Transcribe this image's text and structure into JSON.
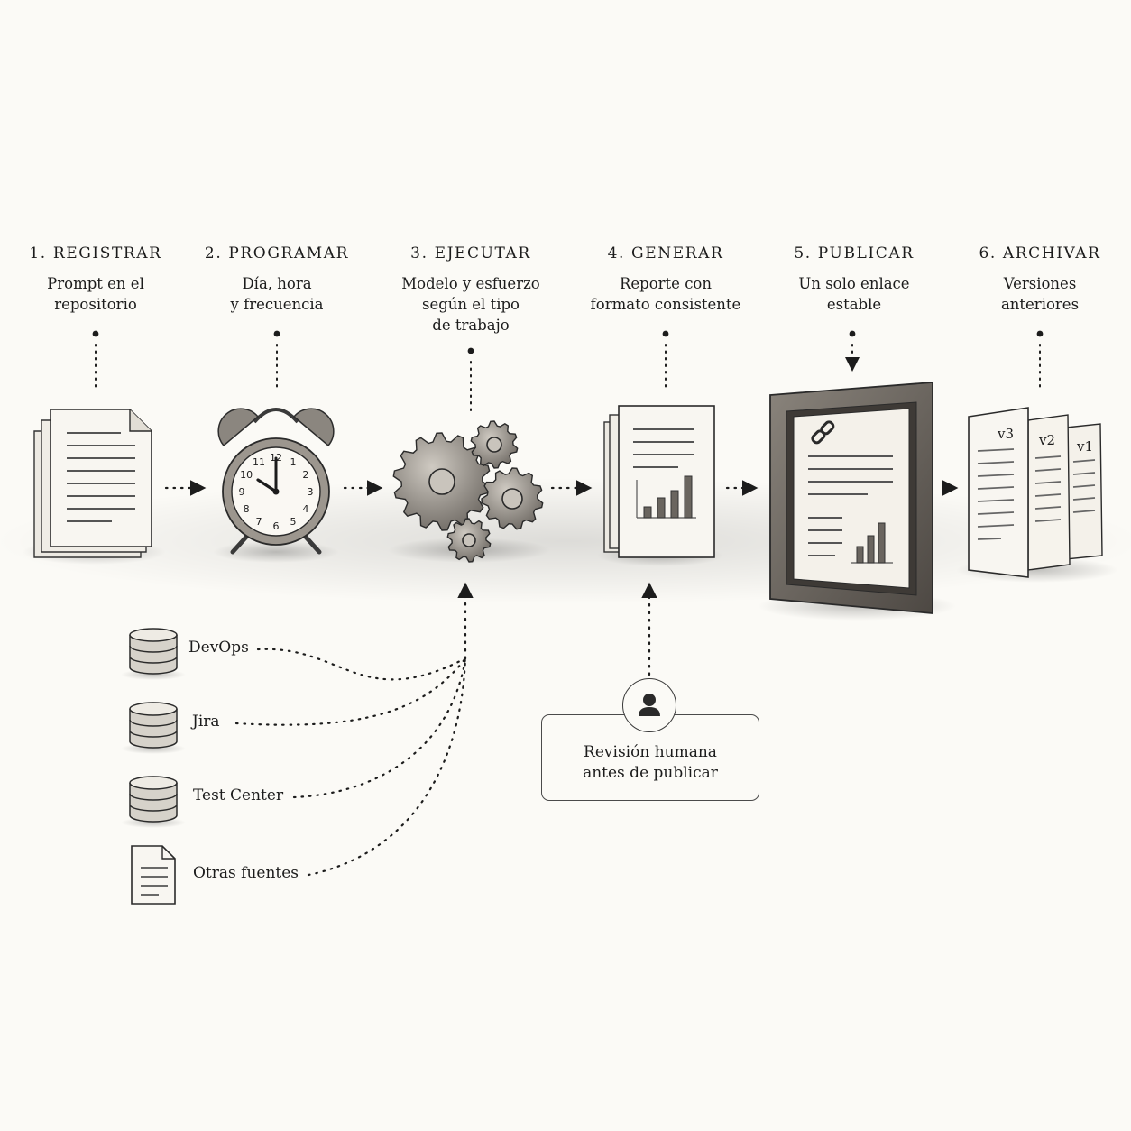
{
  "steps": [
    {
      "title": "1. REGISTRAR",
      "desc": [
        "Prompt en el",
        "repositorio"
      ],
      "icon": "document-stack-icon"
    },
    {
      "title": "2. PROGRAMAR",
      "desc": [
        "Día, hora",
        "y frecuencia"
      ],
      "icon": "alarm-clock-icon"
    },
    {
      "title": "3. EJECUTAR",
      "desc": [
        "Modelo y esfuerzo",
        "según el tipo",
        "de trabajo"
      ],
      "icon": "gears-icon"
    },
    {
      "title": "4. GENERAR",
      "desc": [
        "Reporte con",
        "formato consistente"
      ],
      "icon": "report-icon"
    },
    {
      "title": "5. PUBLICAR",
      "desc": [
        "Un solo enlace",
        "estable"
      ],
      "icon": "framed-link-icon"
    },
    {
      "title": "6. ARCHIVAR",
      "desc": [
        "Versiones",
        "anteriores"
      ],
      "icon": "versions-stack-icon"
    }
  ],
  "clock": {
    "numbers": [
      "12",
      "1",
      "2",
      "3",
      "4",
      "5",
      "6",
      "7",
      "8",
      "9",
      "10",
      "11"
    ]
  },
  "versions": [
    "v3",
    "v2",
    "v1"
  ],
  "sources": [
    {
      "label": "DevOps",
      "icon": "database-icon"
    },
    {
      "label": "Jira",
      "icon": "database-icon"
    },
    {
      "label": "Test Center",
      "icon": "database-icon"
    },
    {
      "label": "Otras fuentes",
      "icon": "document-icon"
    }
  ],
  "review": {
    "lines": [
      "Revisión humana",
      "antes de publicar"
    ],
    "icon": "person-icon"
  },
  "colors": {
    "background": "#fbfaf6",
    "ink": "#1c1c1c",
    "paper": "#f6f4ee",
    "frame": "#6b6560"
  }
}
